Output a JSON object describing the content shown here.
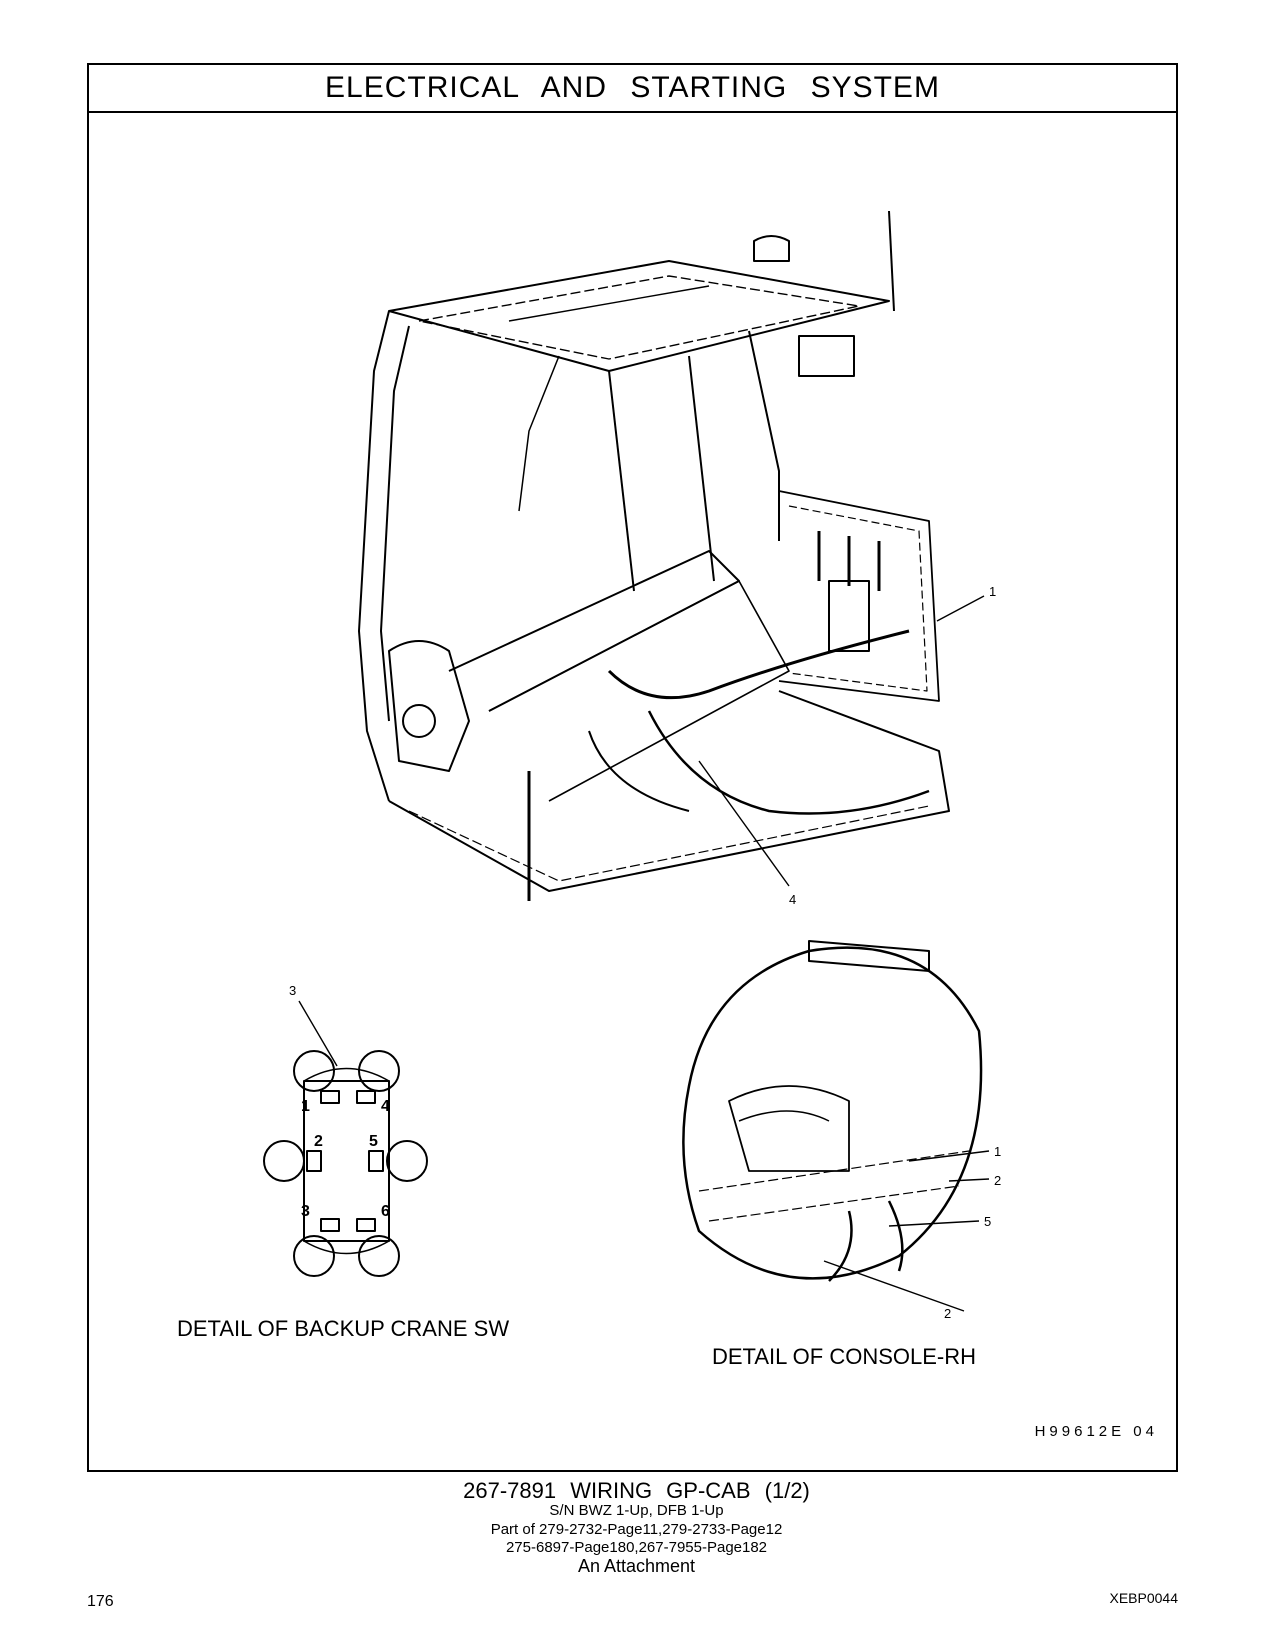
{
  "header": {
    "title": "ELECTRICAL AND STARTING SYSTEM"
  },
  "figure": {
    "code": "H99612E 04",
    "callouts_main": [
      "1",
      "4"
    ],
    "detail_backup": {
      "label": "DETAIL OF BACKUP CRANE SW",
      "callout": "3",
      "switch_numbers": [
        "1",
        "2",
        "3",
        "4",
        "5",
        "6"
      ]
    },
    "detail_console": {
      "label": "DETAIL OF CONSOLE-RH",
      "callouts": [
        "1",
        "2",
        "5",
        "2"
      ]
    }
  },
  "caption": {
    "main": "267-7891 WIRING GP-CAB (1/2)",
    "sn": "S/N BWZ 1-Up, DFB 1-Up",
    "part_line1": "Part of 279-2732-Page11,279-2733-Page12",
    "part_line2": "275-6897-Page180,267-7955-Page182",
    "attachment": "An Attachment"
  },
  "footer": {
    "page_number": "176",
    "doc_code": "XEBP0044"
  }
}
